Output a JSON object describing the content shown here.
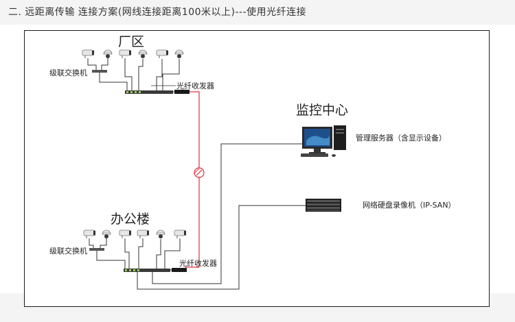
{
  "heading": "二. 远距离传输 连接方案(网线连接距离100米以上)---使用光纤连接",
  "nodes": {
    "factory_area": "厂区",
    "office_building": "办公楼",
    "monitor_center": "监控中心",
    "cascade_switch_top": "级联交换机",
    "cascade_switch_bottom": "级联交换机",
    "transceiver_top": "光纤收发器",
    "transceiver_bottom": "光纤收发器",
    "management_server": "管理服务器（含显示设备）",
    "nvr": "网络硬盘录像机（IP-SAN）"
  },
  "colors": {
    "fiber": "#e0303a",
    "cable": "#333333",
    "frame": "#1a1a1a"
  }
}
